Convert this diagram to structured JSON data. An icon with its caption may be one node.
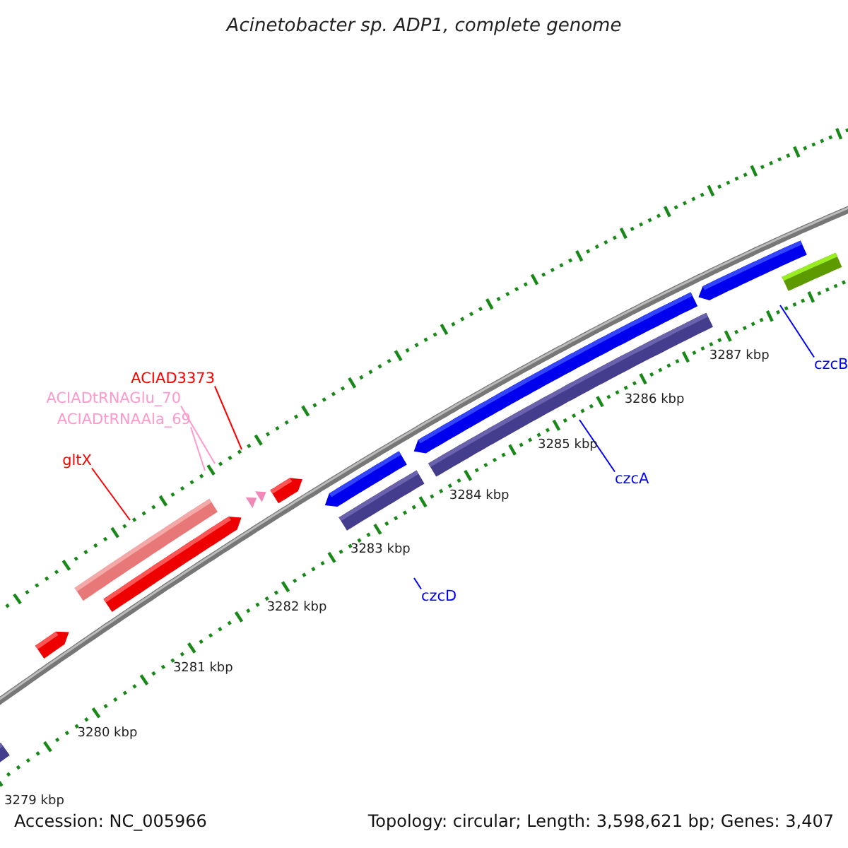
{
  "diagram": {
    "title": "Acinetobacter sp. ADP1, complete genome",
    "nodes": [
      {
        "text": [
          "ACIAD3373"
        ]
      },
      {
        "text": [
          "ACIADtRNAGlu_70"
        ]
      },
      {
        "text": [
          "ACIADtRNAAla_69"
        ]
      },
      {
        "text": [
          "gltX"
        ]
      },
      {
        "text": [
          "czcB"
        ]
      },
      {
        "text": [
          "czcA"
        ]
      },
      {
        "text": [
          "czcD"
        ]
      }
    ],
    "edges": [
      {
        "from": 0,
        "to": null,
        "arrow": "none",
        "color": "#ff0000"
      },
      {
        "from": 1,
        "to": null,
        "arrow": "none",
        "color": "#ff99cc"
      },
      {
        "from": 2,
        "to": null,
        "arrow": "none",
        "color": "#ff99cc"
      },
      {
        "from": 3,
        "to": null,
        "arrow": "none",
        "color": "#ff0000"
      },
      {
        "from": 4,
        "to": null,
        "arrow": "none",
        "color": "#0000ff"
      },
      {
        "from": 5,
        "to": null,
        "arrow": "none",
        "color": "#0000ff"
      },
      {
        "from": 6,
        "to": null,
        "arrow": "none",
        "color": "#0000ff"
      }
    ],
    "labels": [
      "3287 kbp",
      "3286 kbp",
      "3285 kbp",
      "3284 kbp",
      "3283 kbp",
      "3282 kbp",
      "3281 kbp",
      "3280 kbp",
      "3279 kbp",
      "Accession: NC_005966",
      "Topology: circular; Length: 3,598,621 bp; Genes: 3,407"
    ]
  }
}
